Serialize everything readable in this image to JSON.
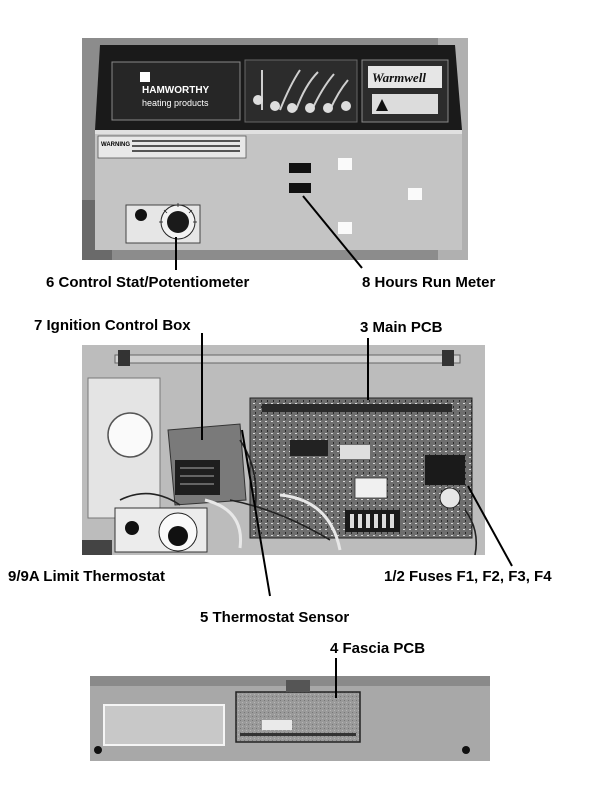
{
  "top_panel": {
    "brand_line1": "HAMWORTHY",
    "brand_line2": "heating products",
    "logo_text": "Warmwell",
    "warning_title": "WARNING"
  },
  "labels": {
    "control_stat": "6  Control Stat/Potentiometer",
    "hours_run_meter": "8  Hours Run Meter",
    "ignition_control_box": "7  Ignition Control Box",
    "main_pcb": "3  Main PCB",
    "limit_thermostat": "9/9A  Limit Thermostat",
    "fuses": "1/2  Fuses F1, F2, F3, F4",
    "thermostat_sensor": "5  Thermostat Sensor",
    "fascia_pcb": "4  Fascia PCB"
  }
}
